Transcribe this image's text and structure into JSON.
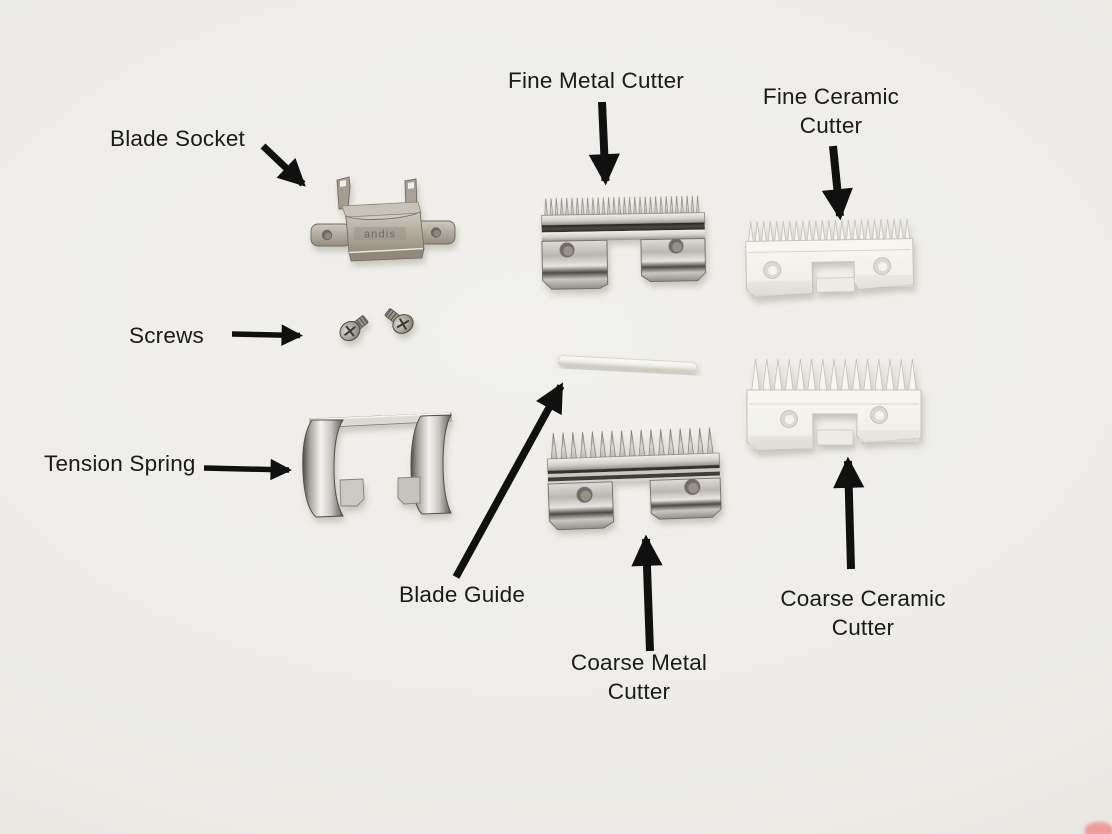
{
  "figure": {
    "background_color": "#edece8",
    "label_text_color": "#1a1a1a",
    "arrow_color": "#101010",
    "metal_color": "#b5b2ab",
    "ceramic_color": "#f5f4ef",
    "corner_mark_color": "#ef9c9c"
  },
  "labels": {
    "blade_socket": "Blade Socket",
    "screws": "Screws",
    "tension_spring": "Tension Spring",
    "fine_metal_cutter": "Fine Metal Cutter",
    "fine_ceramic_line1": "Fine Ceramic",
    "fine_ceramic_line2": "Cutter",
    "blade_guide": "Blade Guide",
    "coarse_metal_line1": "Coarse Metal",
    "coarse_metal_line2": "Cutter",
    "coarse_ceramic_line1": "Coarse Ceramic",
    "coarse_ceramic_line2": "Cutter",
    "blade_socket_stamp": "andis"
  }
}
